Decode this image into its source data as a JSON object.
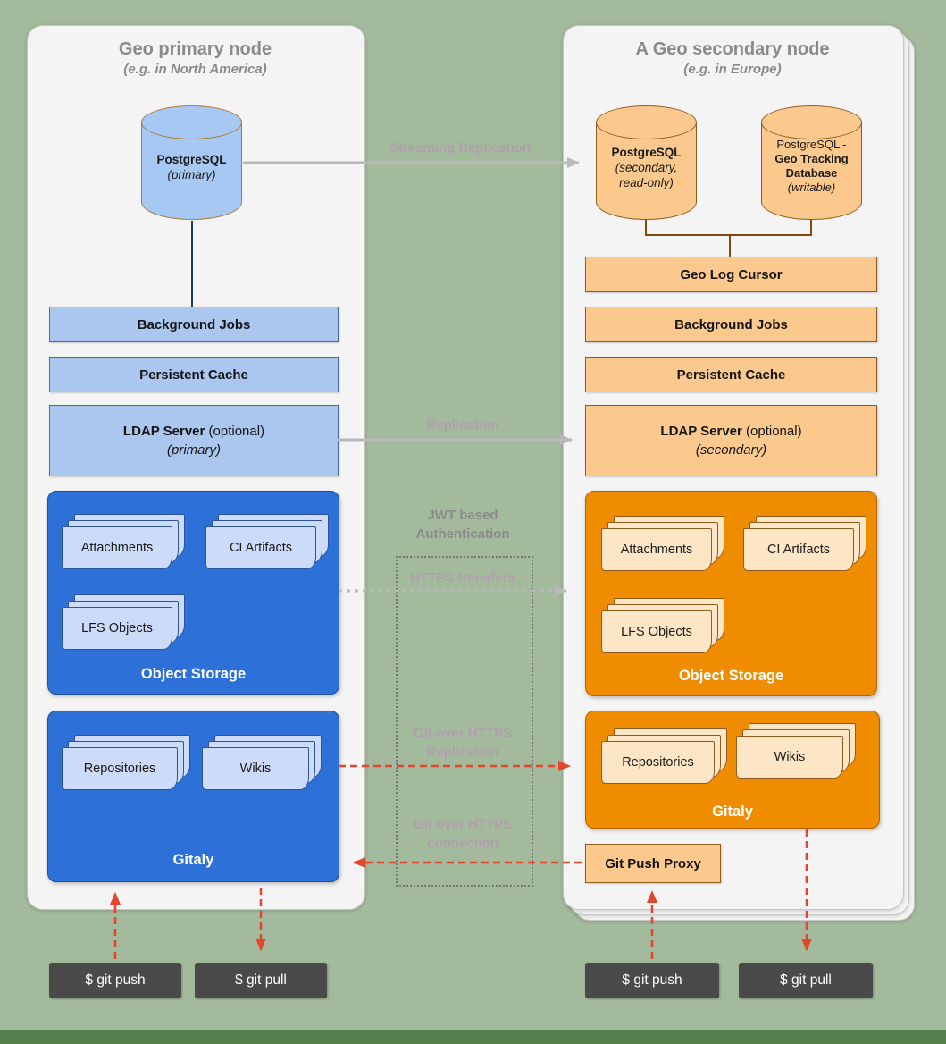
{
  "colors": {
    "background": "#a3ba9c",
    "primary_accent": "#2d70d8",
    "primary_light": "#abc7f0",
    "secondary_accent": "#f08c00",
    "secondary_light": "#fbc98e",
    "terminal_background": "#4a4a4a",
    "arrow_gray": "#b9b9b9",
    "arrow_red": "#e2462c"
  },
  "primary_node": {
    "title": "Geo primary node",
    "subtitle": "(e.g. in North America)",
    "postgres": {
      "name": "PostgreSQL",
      "role": "(primary)"
    },
    "background_jobs": "Background Jobs",
    "persistent_cache": "Persistent Cache",
    "ldap": {
      "name": "LDAP Server",
      "optional": " (optional)",
      "role": "(primary)"
    },
    "object_storage": {
      "label": "Object Storage",
      "docs": [
        "Attachments",
        "CI Artifacts",
        "LFS Objects"
      ]
    },
    "gitaly": {
      "label": "Gitaly",
      "docs": [
        "Repositories",
        "Wikis"
      ]
    },
    "terminals": [
      "$ git push",
      "$ git pull"
    ]
  },
  "secondary_node": {
    "title": "A Geo secondary node",
    "subtitle": "(e.g. in Europe)",
    "postgres_secondary": {
      "name": "PostgreSQL",
      "role1": "(secondary,",
      "role2": "read-only)"
    },
    "postgres_tracking": {
      "line1": "PostgreSQL -",
      "line2": "Geo Tracking",
      "line3": "Database",
      "role": "(writable)"
    },
    "geo_log_cursor": "Geo Log Cursor",
    "background_jobs": "Background Jobs",
    "persistent_cache": "Persistent Cache",
    "ldap": {
      "name": "LDAP Server",
      "optional": " (optional)",
      "role": "(secondary)"
    },
    "object_storage": {
      "label": "Object Storage",
      "docs": [
        "Attachments",
        "CI Artifacts",
        "LFS Objects"
      ]
    },
    "gitaly": {
      "label": "Gitaly",
      "docs": [
        "Repositories",
        "Wikis"
      ]
    },
    "git_push_proxy": "Git Push Proxy",
    "terminals": [
      "$ git push",
      "$ git pull"
    ]
  },
  "connections": {
    "streaming_replication": "Streaming Replication",
    "replication": "Replication",
    "jwt_line1": "JWT based",
    "jwt_line2": "Authentication",
    "https_transfers": "HTTPS transfers",
    "git_replication_line1": "Git over HTTPS",
    "git_replication_line2": "Replication",
    "git_connection_line1": "Git over HTTPS",
    "git_connection_line2": "connection"
  }
}
